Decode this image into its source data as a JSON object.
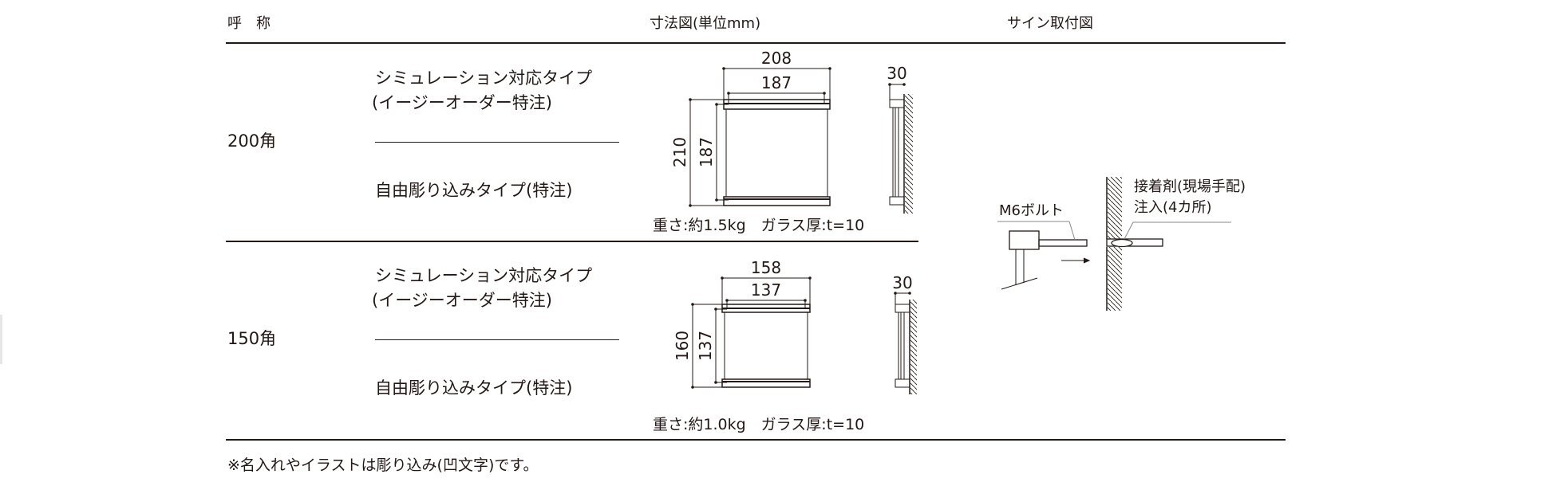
{
  "header": {
    "name": "呼　称",
    "dimensions": "寸法図(単位mm)",
    "mounting": "サイン取付図"
  },
  "rows": [
    {
      "size": "200角",
      "type_a_line1": "シミュレーション対応タイプ",
      "type_a_line2": "(イージーオーダー特注)",
      "type_b": "自由彫り込みタイプ(特注)",
      "dim_outer_w": "208",
      "dim_inner_w": "187",
      "dim_outer_h": "210",
      "dim_inner_h": "187",
      "dim_depth": "30",
      "spec": "重さ:約1.5kg　ガラス厚:t=10"
    },
    {
      "size": "150角",
      "type_a_line1": "シミュレーション対応タイプ",
      "type_a_line2": "(イージーオーダー特注)",
      "type_b": "自由彫り込みタイプ(特注)",
      "dim_outer_w": "158",
      "dim_inner_w": "137",
      "dim_outer_h": "160",
      "dim_inner_h": "137",
      "dim_depth": "30",
      "spec": "重さ:約1.0kg　ガラス厚:t=10"
    }
  ],
  "mounting": {
    "bolt_label": "M6ボルト",
    "adhesive_line1": "接着剤(現場手配)",
    "adhesive_line2": "注入(4カ所)"
  },
  "footnote": "※名入れやイラストは彫り込み(凹文字)です。"
}
